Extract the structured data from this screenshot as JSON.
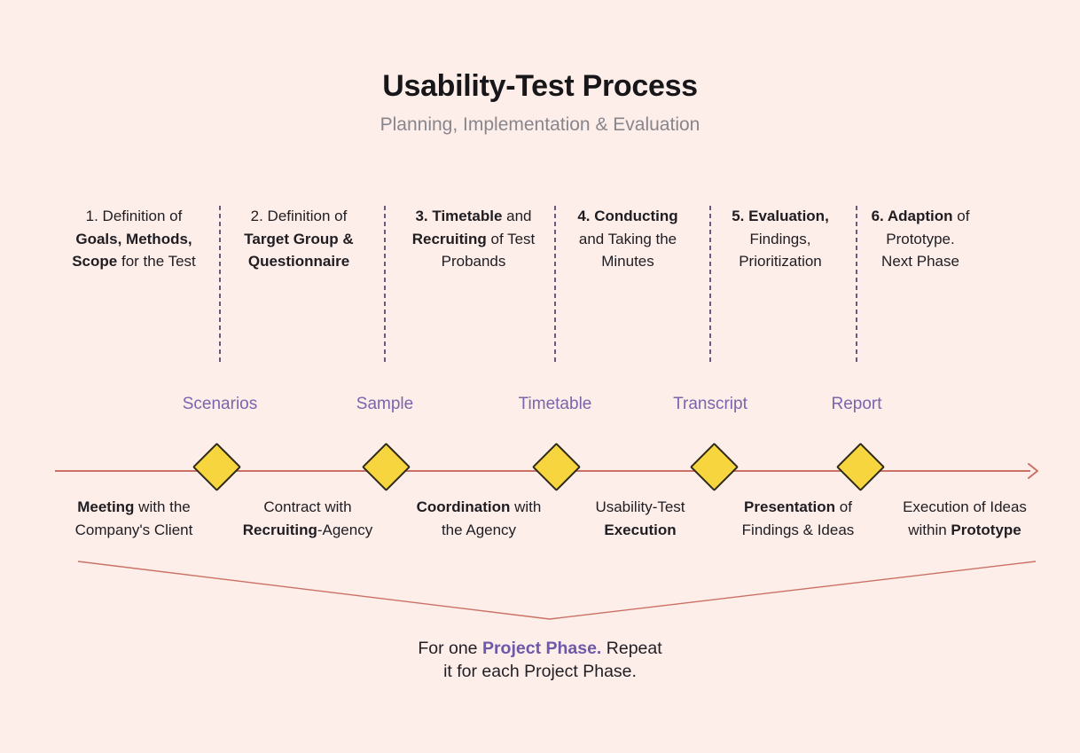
{
  "header": {
    "title": "Usability-Test Process",
    "subtitle": "Planning, Implementation & Evaluation"
  },
  "steps": [
    {
      "lines": [
        [
          {
            "t": "1. Definition of"
          }
        ],
        [
          {
            "t": "Goals, Methods,",
            "b": true
          }
        ],
        [
          {
            "t": "Scope",
            "b": true
          },
          {
            "t": " for the Test"
          }
        ]
      ]
    },
    {
      "lines": [
        [
          {
            "t": "2. Definition of"
          }
        ],
        [
          {
            "t": "Target Group &",
            "b": true
          }
        ],
        [
          {
            "t": "Questionnaire",
            "b": true
          }
        ]
      ]
    },
    {
      "lines": [
        [
          {
            "t": "3. Timetable",
            "b": true
          },
          {
            "t": " and"
          }
        ],
        [
          {
            "t": "Recruiting",
            "b": true
          },
          {
            "t": " of Test"
          }
        ],
        [
          {
            "t": "Probands"
          }
        ]
      ]
    },
    {
      "lines": [
        [
          {
            "t": "4. Conducting",
            "b": true
          }
        ],
        [
          {
            "t": "and Taking the"
          }
        ],
        [
          {
            "t": "Minutes"
          }
        ]
      ]
    },
    {
      "lines": [
        [
          {
            "t": "5. Evaluation,",
            "b": true
          }
        ],
        [
          {
            "t": "Findings,"
          }
        ],
        [
          {
            "t": "Prioritization"
          }
        ]
      ]
    },
    {
      "lines": [
        [
          {
            "t": "6. Adaption",
            "b": true
          },
          {
            "t": " of"
          }
        ],
        [
          {
            "t": "Prototype."
          }
        ],
        [
          {
            "t": "Next Phase"
          }
        ]
      ]
    }
  ],
  "milestones": [
    {
      "label": "Scenarios"
    },
    {
      "label": "Sample"
    },
    {
      "label": "Timetable"
    },
    {
      "label": "Transcript"
    },
    {
      "label": "Report"
    }
  ],
  "timeline_labels": [
    {
      "lines": [
        [
          {
            "t": "Meeting",
            "b": true
          },
          {
            "t": " with the"
          }
        ],
        [
          {
            "t": "Company's Client"
          }
        ]
      ]
    },
    {
      "lines": [
        [
          {
            "t": "Contract with"
          }
        ],
        [
          {
            "t": "Recruiting",
            "b": true
          },
          {
            "t": "-Agency"
          }
        ]
      ]
    },
    {
      "lines": [
        [
          {
            "t": "Coordination",
            "b": true
          },
          {
            "t": " with"
          }
        ],
        [
          {
            "t": "the Agency"
          }
        ]
      ]
    },
    {
      "lines": [
        [
          {
            "t": "Usability-Test"
          }
        ],
        [
          {
            "t": "Execution",
            "b": true
          }
        ]
      ]
    },
    {
      "lines": [
        [
          {
            "t": "Presentation",
            "b": true
          },
          {
            "t": " of"
          }
        ],
        [
          {
            "t": "Findings & Ideas"
          }
        ]
      ]
    },
    {
      "lines": [
        [
          {
            "t": "Execution of Ideas"
          }
        ],
        [
          {
            "t": "within "
          },
          {
            "t": "Prototype",
            "b": true
          }
        ]
      ]
    }
  ],
  "footer": {
    "lines": [
      [
        {
          "t": "For one "
        },
        {
          "t": "Project Phase.",
          "b": true,
          "purple": true
        },
        {
          "t": " Repeat"
        }
      ],
      [
        {
          "t": "it for each Project Phase."
        }
      ]
    ]
  },
  "colors": {
    "background": "#fdeeea",
    "timeline_line": "#cb7065",
    "diamond_fill": "#f6d53f",
    "diamond_border": "#2f2a19",
    "milestone_purple": "#7a65ab",
    "footer_accent_purple": "#6d58a9",
    "separator_purple": "#665a7e",
    "body_text": "#1f1d22",
    "subtitle_gray": "#88868d"
  }
}
